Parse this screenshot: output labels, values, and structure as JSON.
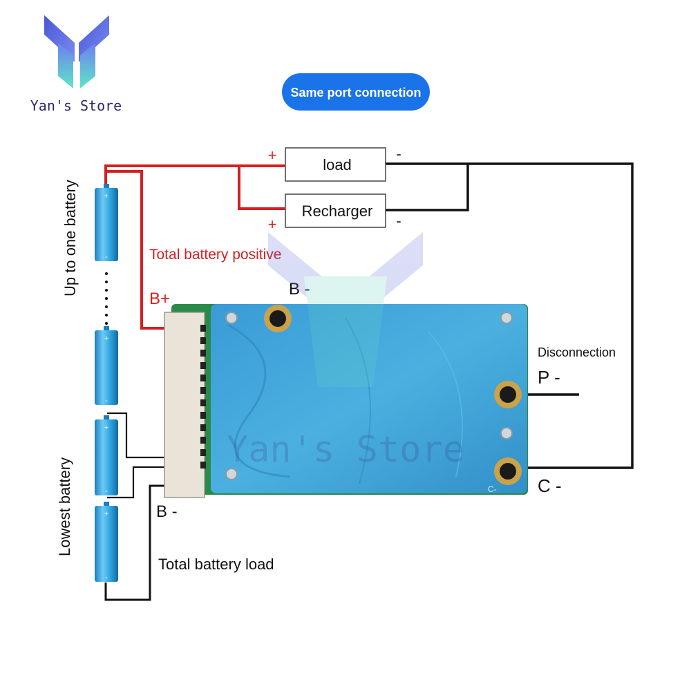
{
  "brand": {
    "name": "Yan's Store"
  },
  "header": {
    "badge": "Same port connection"
  },
  "labels": {
    "load": "load",
    "recharger": "Recharger",
    "plus": "+",
    "minus": "-",
    "total_positive": "Total battery positive",
    "b_plus": "B+",
    "b_minus_top": "B -",
    "b_minus_bottom": "B -",
    "disconnection": "Disconnection",
    "p_minus": "P -",
    "c_minus": "C -",
    "up_to_one": "Up to one battery",
    "lowest": "Lowest battery",
    "total_load": "Total battery load",
    "board_mark": "C-"
  },
  "battery_terminals": {
    "positive": "+",
    "negative": "-"
  },
  "colors": {
    "positive_wire": "#d42020",
    "negative_wire": "#111111",
    "badge_bg": "#1a73e8",
    "battery": "#2a9fdc",
    "board_blue": "#3b9fd4",
    "pcb_green": "#2a8a4a",
    "logo_top": "#5b5fd6",
    "logo_stem": "#5fe0c8"
  }
}
